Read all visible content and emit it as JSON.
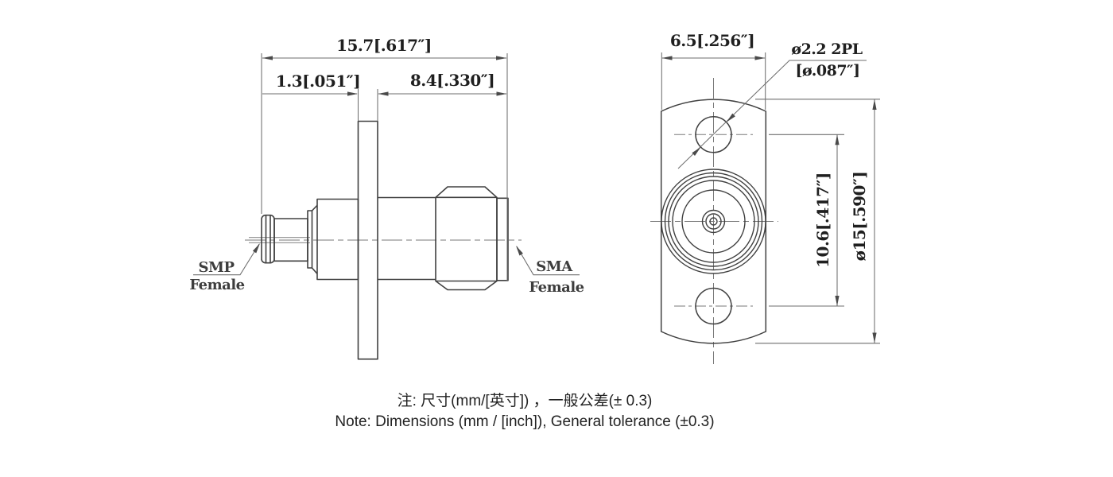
{
  "side_view": {
    "dim_overall_length": "15.7[.617″]",
    "dim_flange_thickness": "1.3[.051″]",
    "dim_body_length": "8.4[.330″]",
    "label_smp_line1": "SMP",
    "label_smp_line2": "Female",
    "label_sma_line1": "SMA",
    "label_sma_line2": "Female"
  },
  "front_view": {
    "dim_flange_width": "6.5[.256″]",
    "hole_callout_line1": "ø2.2 2PL",
    "hole_callout_line2": "[ø.087″]",
    "dim_hole_spacing": "10.6[.417″]",
    "dim_flange_diameter": "ø15[.590″]"
  },
  "notes": {
    "line1": "注: 尺寸(mm/[英寸]) ，一般公差(± 0.3)",
    "line2": "Note: Dimensions (mm / [inch]), General tolerance (±0.3)"
  },
  "colors": {
    "background": "#ffffff",
    "outline": "#404040",
    "dimension_lines": "#6e6e6e",
    "centerlines": "#7a7a7a",
    "text": "#1f1f1f"
  }
}
